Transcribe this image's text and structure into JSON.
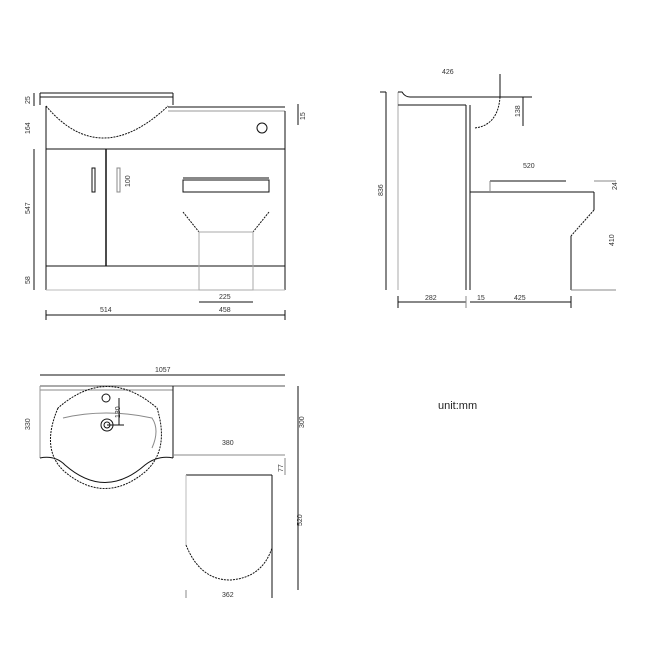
{
  "unit_label": "unit:mm",
  "front_view": {
    "dims": {
      "top_lip": "25",
      "basin_height": "164",
      "right_top": "15",
      "door_height": "547",
      "plinth": "58",
      "handle": "100",
      "pan_width": "225",
      "cabinet_width": "514",
      "right_width": "458"
    }
  },
  "side_view": {
    "dims": {
      "cistern_depth": "426",
      "flush_drop": "138",
      "overall_height": "836",
      "seat_depth": "520",
      "seat_rise": "24",
      "pan_height": "410",
      "cabinet_depth": "282",
      "gap": "15",
      "pan_depth": "425"
    }
  },
  "plan_view": {
    "dims": {
      "overall_width": "1057",
      "basin_depth": "330",
      "tap_offset": "130",
      "cabinet_depth": "300",
      "pan_top_width": "380",
      "seat_offset": "77",
      "pan_length": "520",
      "pan_width": "362"
    }
  }
}
